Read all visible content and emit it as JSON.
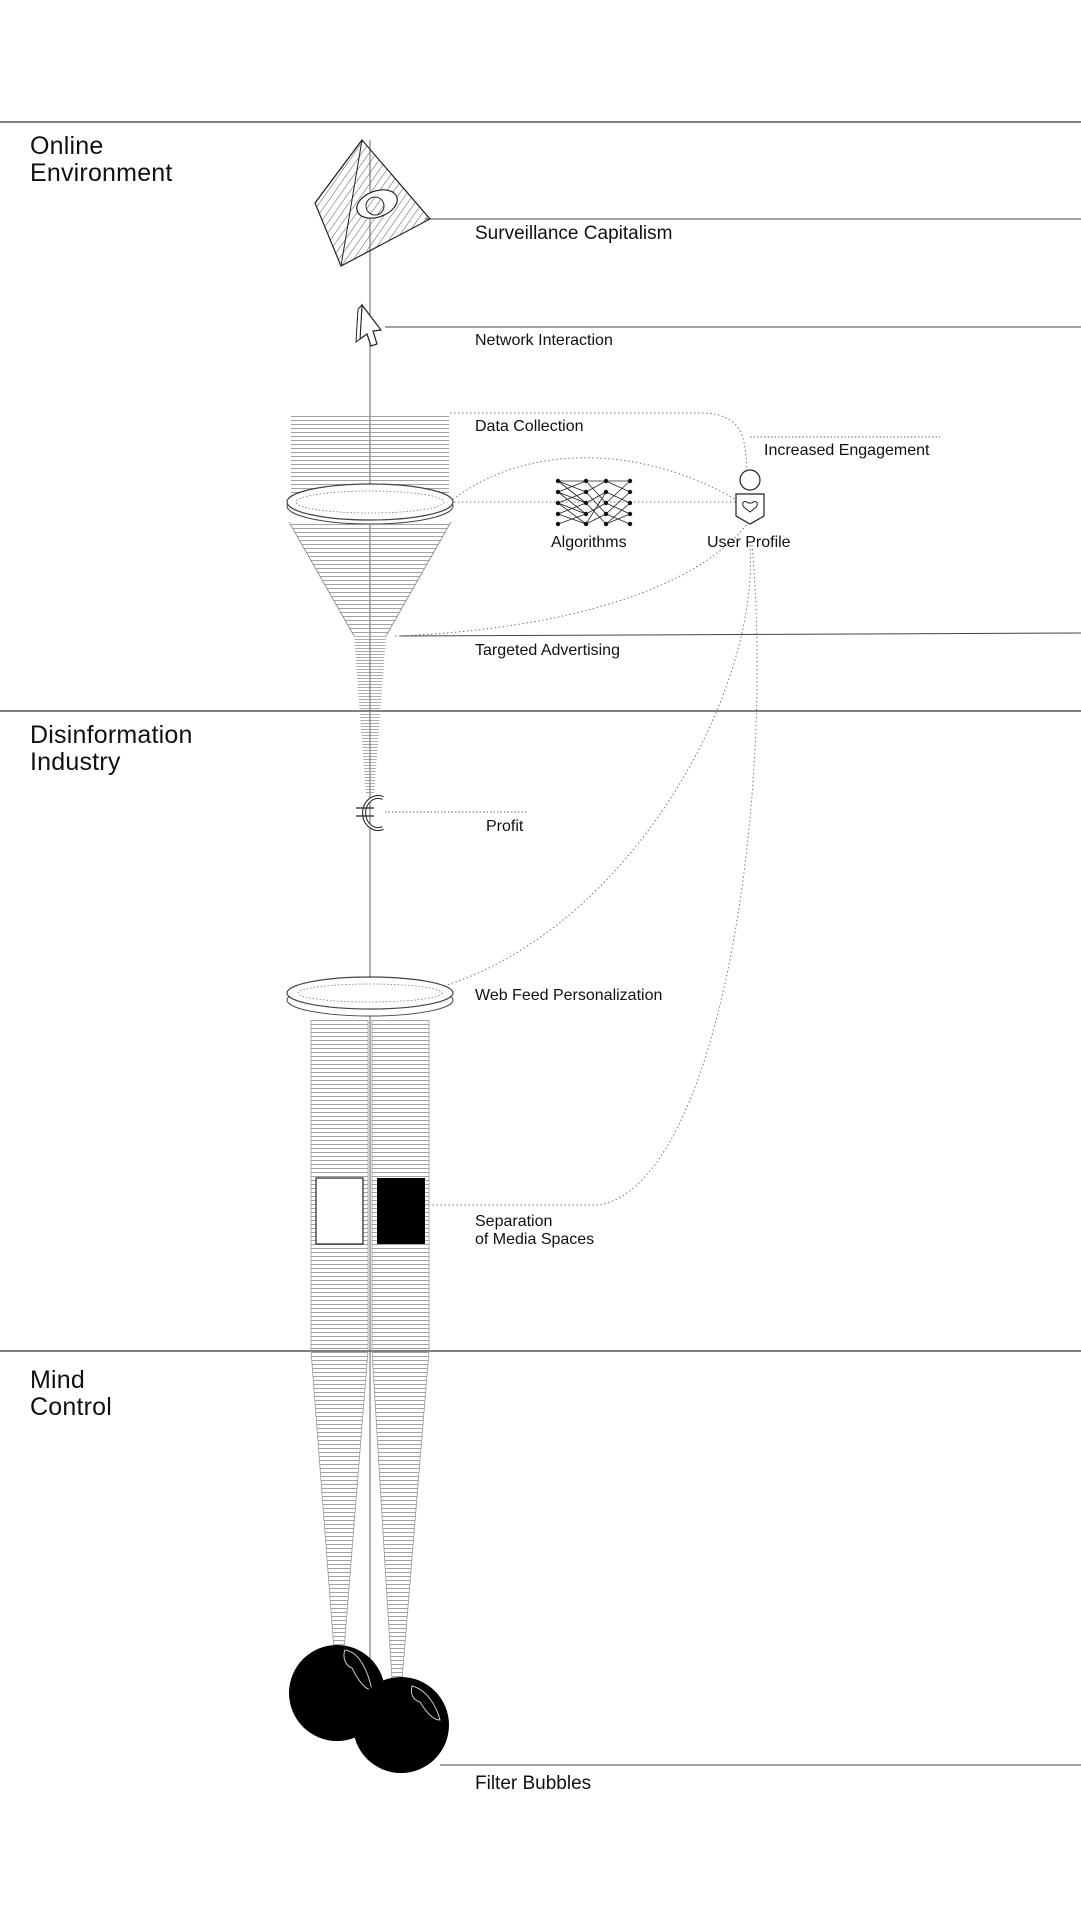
{
  "sections": {
    "online": "Online\nEnvironment",
    "disinfo": "Disinformation\nIndustry",
    "mind": "Mind\nControl"
  },
  "labels": {
    "surveillance": "Surveillance Capitalism",
    "network": "Network Interaction",
    "data_collection": "Data Collection",
    "engagement": "Increased Engagement",
    "algorithms": "Algorithms",
    "user_profile": "User Profile",
    "targeted": "Targeted Advertising",
    "profit": "Profit",
    "web_feed": "Web Feed Personalization",
    "separation": "Separation\nof Media Spaces",
    "filter": "Filter Bubbles"
  },
  "icons": {
    "pyramid": "eye-pyramid-icon",
    "cursor": "cursor-icon",
    "euro": "euro-icon",
    "profile": "user-profile-icon",
    "network": "neural-network-icon"
  },
  "colors": {
    "line": "#333333",
    "hatch": "#8a8a8a",
    "fill_dark": "#000000"
  }
}
